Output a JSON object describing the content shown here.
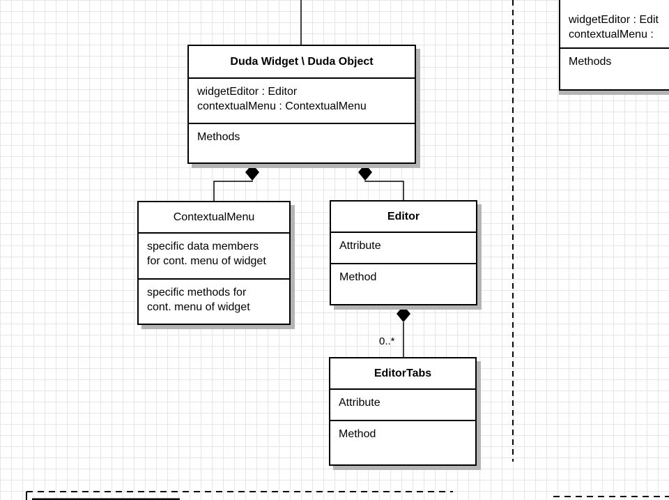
{
  "diagram": {
    "classes": {
      "duda_widget": {
        "name": "Duda Widget \\ Duda Object",
        "attributes": [
          "widgetEditor : Editor",
          "contextualMenu : ContextualMenu"
        ],
        "methods": [
          "Methods"
        ]
      },
      "contextual_menu": {
        "name": "ContextualMenu",
        "attributes": [
          "specific data members",
          "for cont. menu of widget"
        ],
        "methods": [
          "specific methods for",
          "cont. menu of widget"
        ]
      },
      "editor": {
        "name": "Editor",
        "attributes": [
          "Attribute"
        ],
        "methods": [
          "Method"
        ]
      },
      "editor_tabs": {
        "name": "EditorTabs",
        "attributes": [
          "Attribute"
        ],
        "methods": [
          "Method"
        ]
      },
      "right_partial": {
        "attributes": [
          "widgetEditor : Edit",
          "contextualMenu :"
        ],
        "methods": [
          "Methods"
        ]
      }
    },
    "relations": [
      {
        "from": "Duda Widget \\ Duda Object",
        "to": "ContextualMenu",
        "type": "composition"
      },
      {
        "from": "Duda Widget \\ Duda Object",
        "to": "Editor",
        "type": "composition"
      },
      {
        "from": "Editor",
        "to": "EditorTabs",
        "type": "composition",
        "multiplicity": "0..*"
      }
    ],
    "colors": {
      "line": "#000000",
      "shadow": "#b4b4b4",
      "grid": "#e6e6e6",
      "fill": "#ffffff"
    }
  }
}
